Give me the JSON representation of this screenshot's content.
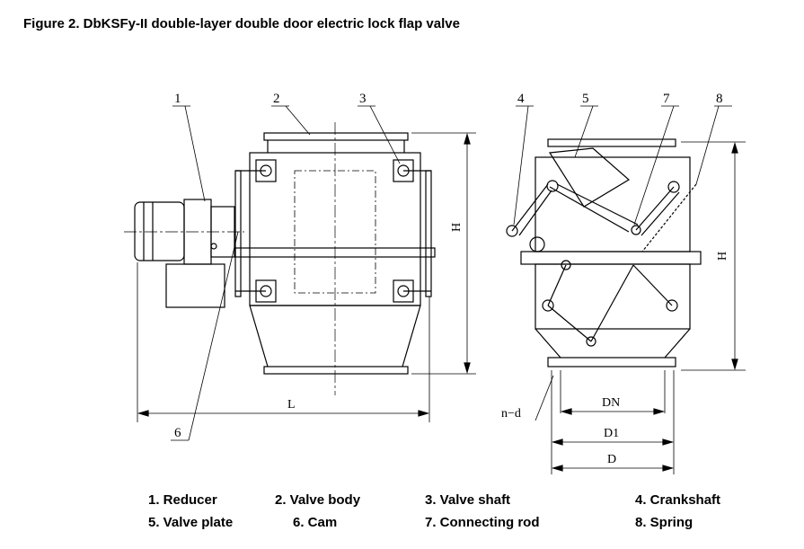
{
  "title": "Figure 2. DbKSFy-II double-layer double door electric lock flap valve",
  "callouts": [
    "1",
    "2",
    "3",
    "4",
    "5",
    "7",
    "8",
    "6"
  ],
  "dimensions": {
    "L": "L",
    "H_left": "H",
    "H_right": "H",
    "DN": "DN",
    "D1": "D1",
    "D": "D",
    "nd": "n−d"
  },
  "legend": [
    {
      "text": "1. Reducer"
    },
    {
      "text": "2. Valve body"
    },
    {
      "text": "3. Valve shaft"
    },
    {
      "text": "4. Crankshaft"
    },
    {
      "text": "5. Valve plate"
    },
    {
      "text": "6. Cam"
    },
    {
      "text": "7. Connecting rod"
    },
    {
      "text": "8. Spring"
    }
  ]
}
